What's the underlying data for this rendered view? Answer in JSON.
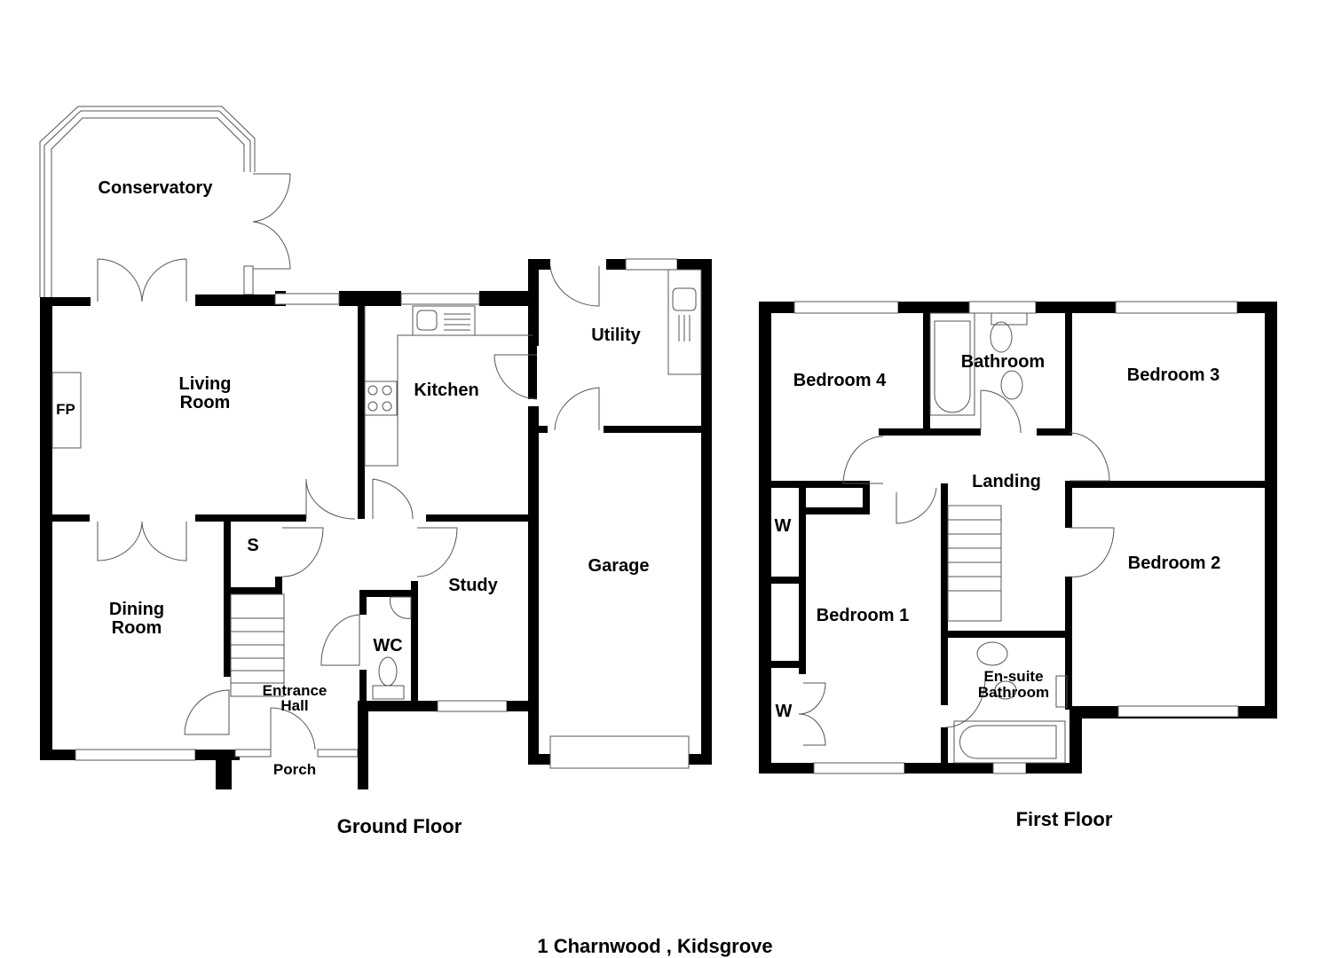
{
  "title": "1 Charnwood , Kidsgrove",
  "ground_floor": {
    "label": "Ground Floor",
    "rooms": {
      "conservatory": "Conservatory",
      "living_room_1": "Living",
      "living_room_2": "Room",
      "fireplace": "FP",
      "kitchen": "Kitchen",
      "utility": "Utility",
      "garage": "Garage",
      "dining_room_1": "Dining",
      "dining_room_2": "Room",
      "store": "S",
      "study": "Study",
      "wc": "WC",
      "entrance_hall_1": "Entrance",
      "entrance_hall_2": "Hall",
      "porch": "Porch"
    }
  },
  "first_floor": {
    "label": "First Floor",
    "rooms": {
      "bedroom_4": "Bedroom 4",
      "bathroom": "Bathroom",
      "bedroom_3": "Bedroom 3",
      "landing": "Landing",
      "bedroom_2": "Bedroom 2",
      "bedroom_1": "Bedroom 1",
      "wardrobe_1": "W",
      "wardrobe_2": "W",
      "ensuite_1": "En-suite",
      "ensuite_2": "Bathroom"
    }
  }
}
